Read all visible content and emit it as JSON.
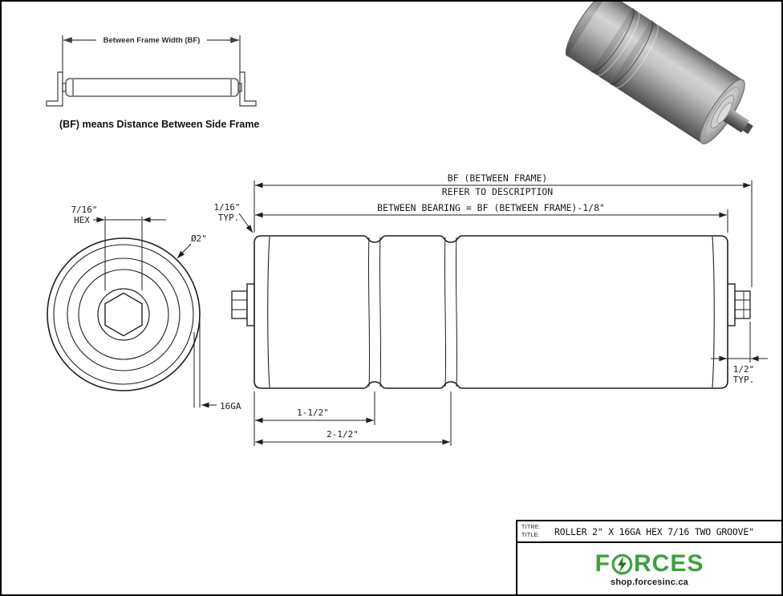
{
  "page": {
    "background": "#ffffff",
    "line_color": "#1f1f1f",
    "accent_green": "#3aa33a"
  },
  "inset": {
    "dim_label": "Between Frame Width (BF)",
    "caption": "(BF) means Distance Between Side Frame"
  },
  "end_view": {
    "hex_dim_line1": "7/16\"",
    "hex_dim_line2": "HEX",
    "diameter_label": "Ø2\"",
    "gauge_label": "16GA"
  },
  "side_view": {
    "bf_dim_line1": "BF (BETWEEN FRAME)",
    "bf_dim_line2": "REFER TO DESCRIPTION",
    "between_bearing_dim": "BETWEEN BEARING = BF (BETWEEN FRAME)-1/8\"",
    "end_gap_line1": "1/16\"",
    "end_gap_line2": "TYP.",
    "axle_len_line1": "1/2\"",
    "axle_len_line2": "TYP.",
    "groove1_dim": "1-1/2\"",
    "groove2_dim": "2-1/2\""
  },
  "title_block": {
    "label_top": "TITRE:",
    "label_bottom": "TITLE:",
    "title": "ROLLER 2\" X 16GA HEX 7/16 TWO GROOVE\"",
    "brand_prefix": "F",
    "brand_suffix": "RCES",
    "brand_url": "shop.forcesinc.ca"
  }
}
